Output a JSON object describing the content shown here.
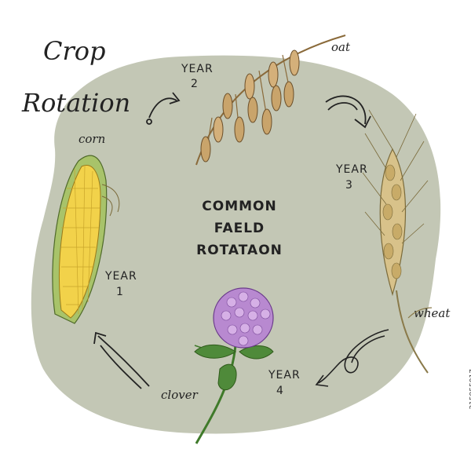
{
  "title": {
    "line1": "Crop",
    "line2": "Rotation"
  },
  "center": {
    "line1": "COMMON",
    "line2": "FAELD",
    "line3": "ROTATAON"
  },
  "stages": [
    {
      "year_label": "YEAR",
      "year_num": "1",
      "crop": "corn"
    },
    {
      "year_label": "YEAR",
      "year_num": "2",
      "crop": "oat"
    },
    {
      "year_label": "YEAR",
      "year_num": "3",
      "crop": "wheat"
    },
    {
      "year_label": "YEAR",
      "year_num": "4",
      "crop": "clover"
    }
  ],
  "image_id": "215955017",
  "colors": {
    "background_blob": "#c3c7b5",
    "corn": "#f2d24a",
    "husk": "#a8c36a",
    "oat": "#c9a46b",
    "wheat": "#d8c28a",
    "clover": "#b889d0",
    "leaf": "#4f8a3a"
  }
}
